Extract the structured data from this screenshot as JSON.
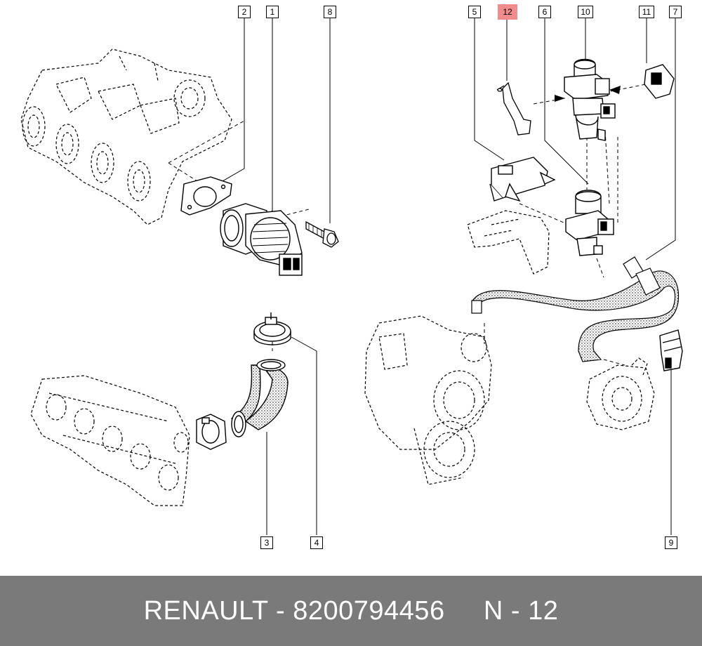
{
  "colors": {
    "line": "#000000",
    "background": "#ffffff",
    "footer_bg": "#7a7a7a",
    "footer_text": "#ffffff",
    "highlight": "#f28b8b"
  },
  "callouts": {
    "c1": "1",
    "c2": "2",
    "c3": "3",
    "c4": "4",
    "c5": "5",
    "c6": "6",
    "c7": "7",
    "c8": "8",
    "c9": "9",
    "c10": "10",
    "c11": "11",
    "c12": "12"
  },
  "footer": {
    "brand": "RENAULT",
    "separator": "-",
    "part_number": "8200794456",
    "ref_label": "N",
    "ref_separator": "-",
    "ref_number": "12"
  }
}
